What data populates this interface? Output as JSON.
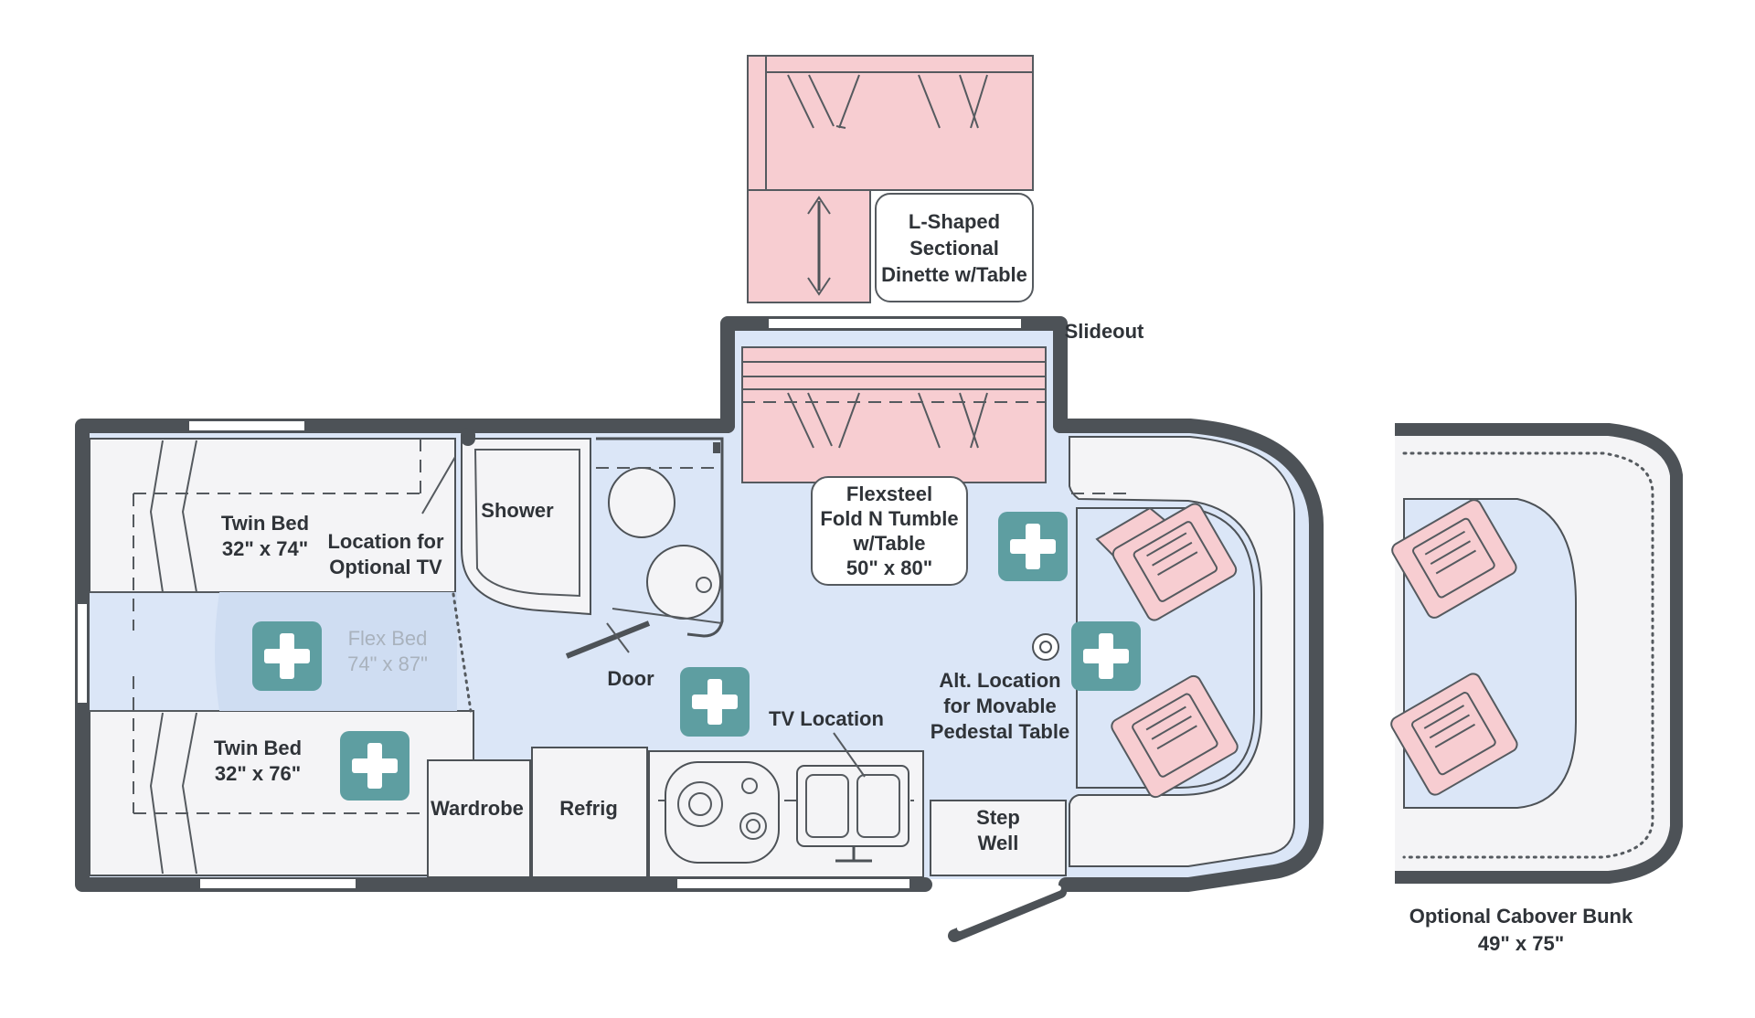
{
  "labels": {
    "dinette_slide": [
      "L-Shaped",
      "Sectional",
      "Dinette w/Table"
    ],
    "slideout": "Slideout",
    "flexsteel": [
      "Flexsteel",
      "Fold N Tumble",
      "w/Table",
      "50\" x 80\""
    ],
    "shower": "Shower",
    "twin_bed_top": [
      "Twin Bed",
      "32\" x 74\""
    ],
    "optional_tv": [
      "Location for",
      "Optional TV"
    ],
    "flex_bed": [
      "Flex Bed",
      "74\" x 87\""
    ],
    "door": "Door",
    "twin_bed_bottom": [
      "Twin Bed",
      "32\" x 76\""
    ],
    "wardrobe": "Wardrobe",
    "refrig": "Refrig",
    "tv_location": "TV Location",
    "alt_location": [
      "Alt. Location",
      "for Movable",
      "Pedestal Table"
    ],
    "step_well": [
      "Step",
      "Well"
    ],
    "cabover": [
      "Optional Cabover Bunk",
      "49\" x 75\""
    ]
  },
  "colors": {
    "wall": "#4d5257",
    "floor": "#dbe6f7",
    "seating": "#f7cdd1",
    "seatbelt_marker": "#5e9ea1"
  },
  "icons": [
    "seatbelt-cross-icon",
    "double-arrow-icon",
    "pedestal-icon"
  ]
}
